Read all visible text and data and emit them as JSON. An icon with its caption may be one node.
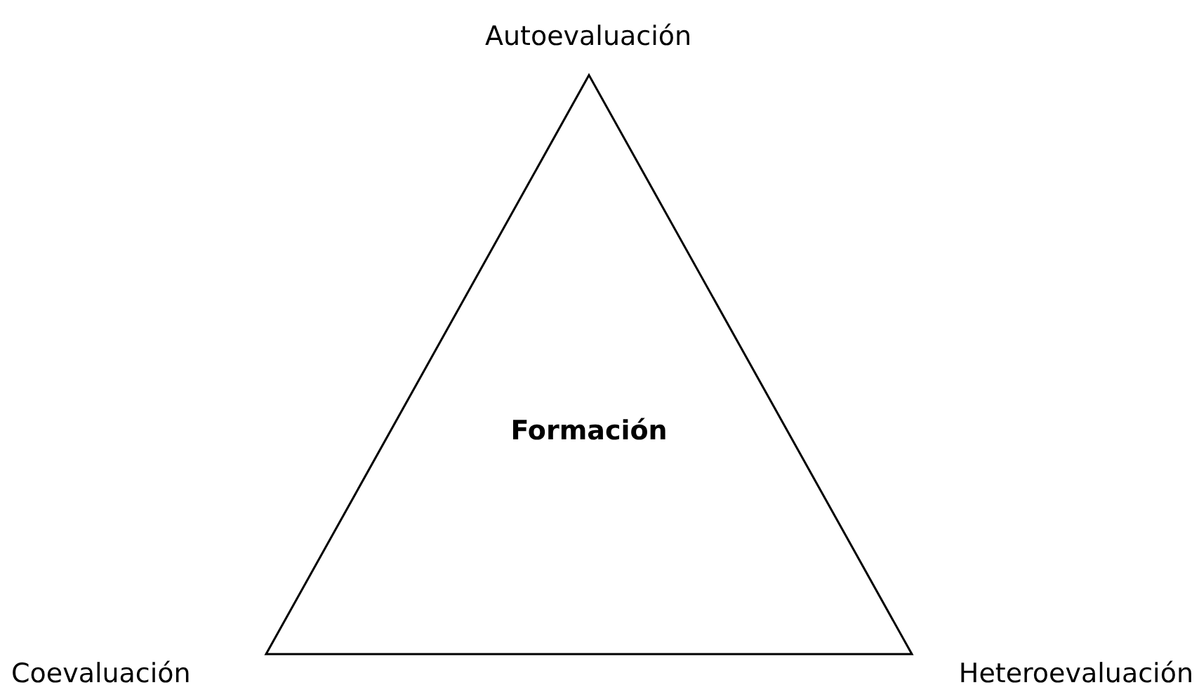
{
  "diagram": {
    "nodes": [
      {
        "text": [
          "Formación"
        ]
      }
    ],
    "labels": [
      "Autoevaluación",
      "Coevaluación",
      "Heteroevaluación"
    ]
  }
}
